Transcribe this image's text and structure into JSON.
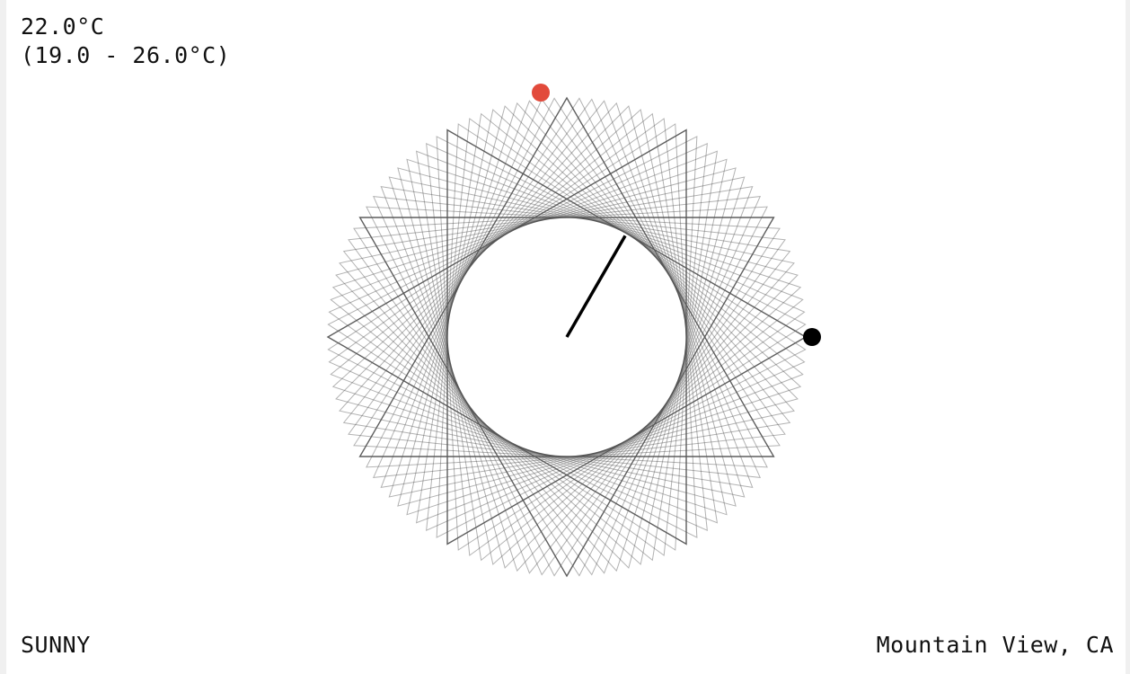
{
  "weather": {
    "current_temp": "22.0°C",
    "range": "(19.0 - 26.0°C)",
    "condition": "SUNNY",
    "location": "Mountain View, CA"
  },
  "dial": {
    "rosette_layers": 10,
    "star_points": 12,
    "hand_angle_deg": 30,
    "colors": {
      "background": "#ffffff",
      "line": "#555555",
      "hand": "#000000",
      "marker_red": "#e24a3b",
      "marker_black": "#000000"
    }
  }
}
